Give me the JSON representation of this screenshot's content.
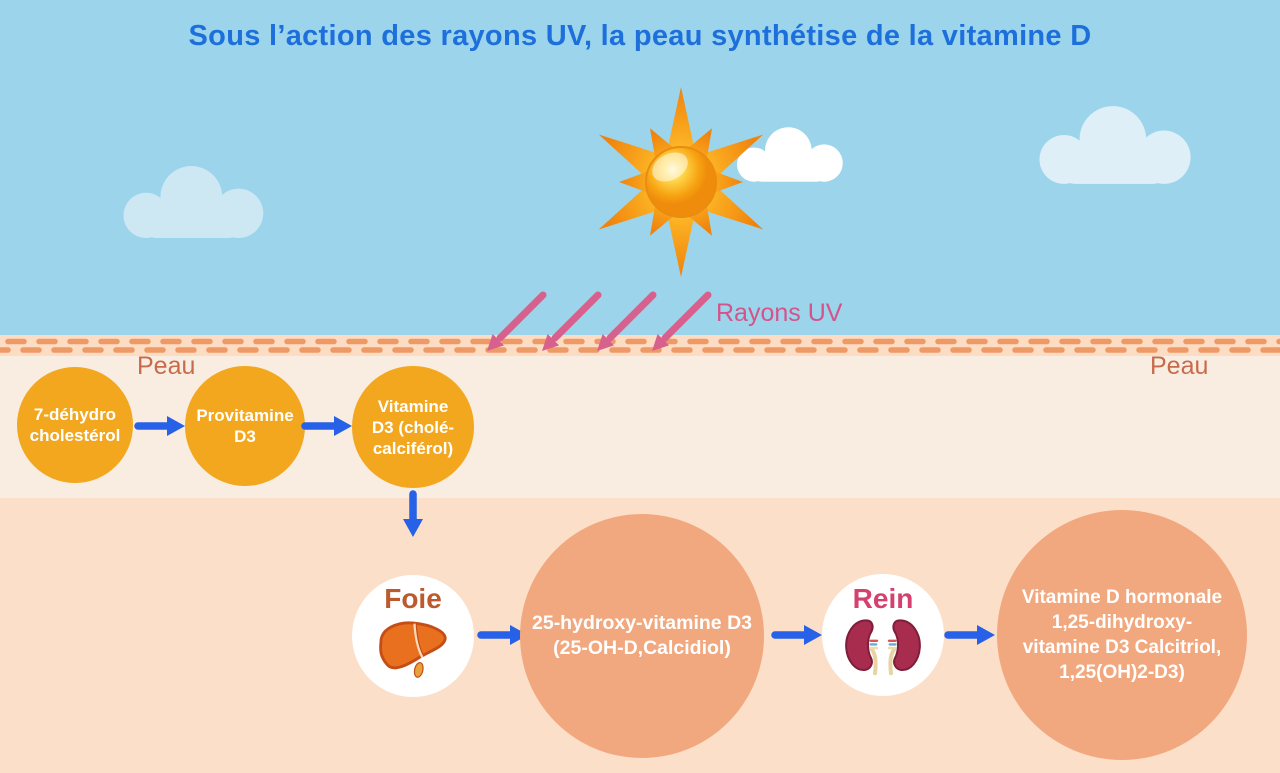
{
  "title": "Sous l’action des rayons UV, la peau synthétise de la vitamine D",
  "sky": {
    "uv_label": "Rayons UV"
  },
  "skin": {
    "label_left": "Peau",
    "label_right": "Peau"
  },
  "skin_chain": {
    "node1": {
      "line1": "7-déhydro",
      "line2": "cholestérol"
    },
    "node2": {
      "line1": "Provitamine",
      "line2": "D3"
    },
    "node3": {
      "line1": "Vitamine",
      "line2": "D3 (cholé-",
      "line3": "calciférol)"
    }
  },
  "body_chain": {
    "liver": {
      "label": "Foie"
    },
    "metabolite1": {
      "line1": "25-hydroxy-vitamine D3",
      "line2": "(25-OH-D,Calcidiol)"
    },
    "kidney": {
      "label": "Rein"
    },
    "metabolite2": {
      "line1": "Vitamine D hormonale",
      "line2": "1,25-dihydroxy-",
      "line3": "vitamine D3 Calcitriol,",
      "line4": "1,25(OH)2-D3)"
    }
  },
  "icons": {
    "sun": "sun-icon",
    "clouds": "cloud-icon",
    "liver": "liver-icon",
    "kidneys": "kidneys-icon",
    "flow": "arrow-icon",
    "uv": "uv-ray-arrow-icon"
  },
  "colors": {
    "sky": "#9cd4ec",
    "title_blue": "#1d6fdb",
    "uv_pink": "#d4548a",
    "skin_band_bg": "#fcdcc3",
    "skin_dash": "#ee9a66",
    "epidermis_bg": "#f9ece1",
    "dermis_bg": "#fcdfc9",
    "amber_node": "#f2a71e",
    "peach_node": "#f2a87e",
    "arrow_blue": "#2661e8",
    "peau_label": "#c76b4c",
    "liver_label": "#bc5a2e",
    "kidney_label": "#d5406f"
  }
}
